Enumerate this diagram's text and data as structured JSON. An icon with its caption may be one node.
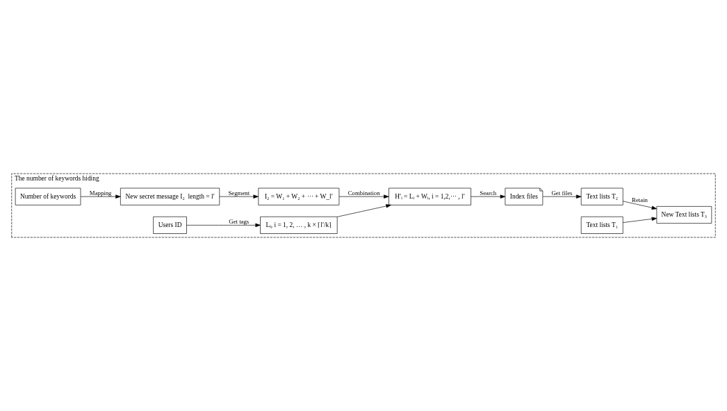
{
  "diagram": {
    "nodes": [
      {
        "text": [
          "The number of keywords hiding"
        ]
      },
      {
        "text": [
          "Number of keywords"
        ],
        "in": 0
      },
      {
        "text": [
          "New secret message I₂  length = l′"
        ],
        "in": 0
      },
      {
        "text": [
          "I₂ = W₁ + W₂ + ⋯ + W_l′"
        ],
        "in": 0
      },
      {
        "text": [
          "Users ID"
        ],
        "in": 0
      },
      {
        "text": [
          "Lᵢ, i = 1, 2, … , k × ⌈l′/k⌉"
        ],
        "in": 0
      },
      {
        "text": [
          "H′ᵢ = Lᵢ + Wᵢ, i = 1,2,⋯ , l′"
        ],
        "in": 0
      },
      {
        "text": [
          "Index files"
        ],
        "in": 0
      },
      {
        "text": [
          "Text lists T₂"
        ],
        "in": 0
      },
      {
        "text": [
          "New Text lists T₃"
        ],
        "in": 0
      },
      {
        "text": [
          "Text lists T₁"
        ],
        "in": 0
      }
    ],
    "edges": [
      {
        "from": 1,
        "to": 2,
        "arrow": "to",
        "label": "Mapping"
      },
      {
        "from": 2,
        "to": 3,
        "arrow": "to",
        "label": "Segment"
      },
      {
        "from": 4,
        "to": 5,
        "arrow": "to",
        "label": "Get tags"
      },
      {
        "from": 3,
        "to": 6,
        "arrow": "to",
        "label": "Combination"
      },
      {
        "from": 5,
        "to": 6,
        "arrow": "to"
      },
      {
        "from": 6,
        "to": 7,
        "arrow": "to",
        "label": "Search"
      },
      {
        "from": 7,
        "to": 8,
        "arrow": "to",
        "label": "Get files"
      },
      {
        "from": 8,
        "to": 9,
        "arrow": "to",
        "label": "Retain"
      },
      {
        "from": 10,
        "to": 9,
        "arrow": "to"
      }
    ]
  }
}
